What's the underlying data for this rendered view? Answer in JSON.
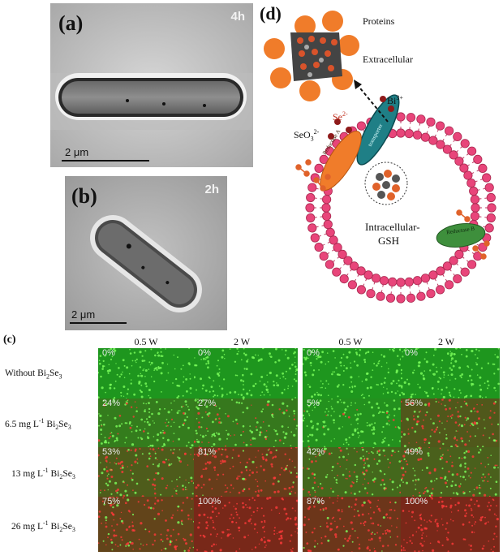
{
  "panels": {
    "a": {
      "letter": "(a)",
      "time": "4h",
      "scale": "2  μm"
    },
    "b": {
      "letter": "(b)",
      "time": "2h",
      "scale": "2  μm"
    },
    "c": {
      "letter": "(c)"
    },
    "d": {
      "letter": "(d)"
    }
  },
  "diagram": {
    "proteins": "Proteins",
    "extracellular": "Extracellular",
    "bi_ion": "Bi",
    "bi_sup": "3+",
    "se_ion": "Se",
    "se_sup": "2-",
    "seo_ion": "SeO",
    "seo_sub": "3",
    "seo_sup": "2-",
    "intracellular": "Intracellular-",
    "gsh": "GSH",
    "reductase_a": "Reductase A",
    "reductase_b": "Reductase B",
    "transporter": "transporter"
  },
  "grid": {
    "headers": [
      "0.5 W",
      "2 W",
      "0.5 W",
      "2 W"
    ],
    "rows": [
      {
        "label": "Without Bi",
        "sub": "2",
        "tail": "Se",
        "sub2": "3",
        "values": [
          "0%",
          "0%",
          "0%",
          "0%"
        ]
      },
      {
        "label": "6.5 mg L",
        "sup": "-1",
        "mid": " Bi",
        "sub": "2",
        "tail": "Se",
        "sub2": "3",
        "values": [
          "24%",
          "27%",
          "5%",
          "56%"
        ]
      },
      {
        "label": "13 mg L",
        "sup": "-1",
        "mid": " Bi",
        "sub": "2",
        "tail": "Se",
        "sub2": "3",
        "values": [
          "53%",
          "81%",
          "42%",
          "49%"
        ]
      },
      {
        "label": "26 mg L",
        "sup": "-1",
        "mid": " Bi",
        "sub": "2",
        "tail": "Se",
        "sub2": "3",
        "values": [
          "75%",
          "100%",
          "87%",
          "100%"
        ]
      }
    ]
  },
  "colors": {
    "membrane": "#e8457a",
    "protein": "#f07c2a",
    "reductase_a": "#f07c2a",
    "reductase_b": "#3e8f3c",
    "transporter": "#1f7f86",
    "live_green": "#2fa82a",
    "dead_red": "#8a1a1a"
  }
}
